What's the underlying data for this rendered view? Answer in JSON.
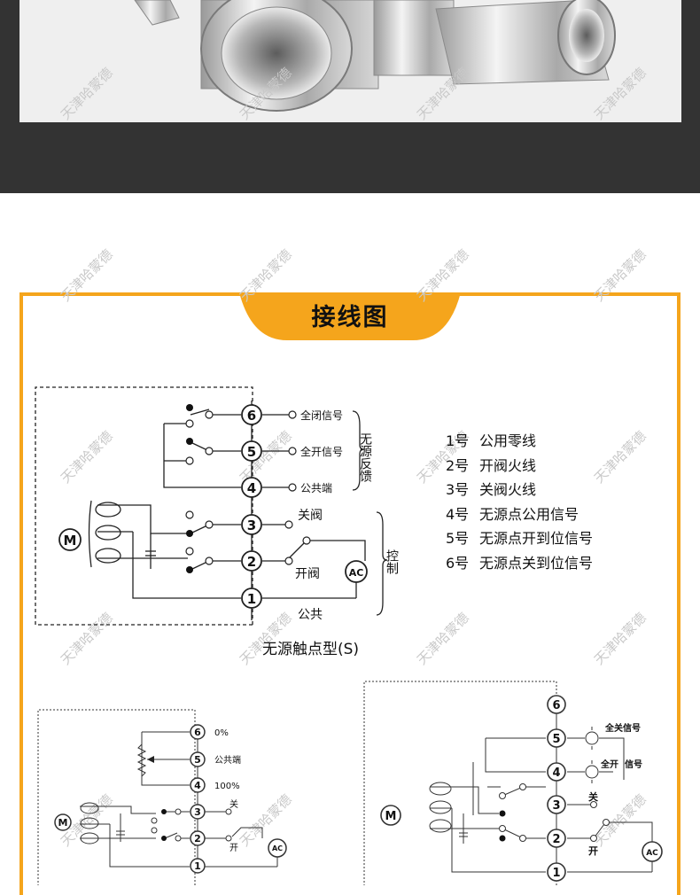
{
  "header": {
    "title": "接线图"
  },
  "watermark": "天津哈蒙德",
  "diagram_s": {
    "caption": "无源触点型(S)",
    "motor": "M",
    "ac": "AC",
    "terminals": [
      "6",
      "5",
      "4",
      "3",
      "2",
      "1"
    ],
    "labels": {
      "t6": "全闭信号",
      "t5": "全开信号",
      "t4": "公共端",
      "t3": "关阀",
      "t2": "开阀",
      "t1": "公共",
      "feedback_group": "无源反馈",
      "control_group": "控制"
    }
  },
  "legend": [
    {
      "num": "1号",
      "text": "公用零线"
    },
    {
      "num": "2号",
      "text": "开阀火线"
    },
    {
      "num": "3号",
      "text": "关阀火线"
    },
    {
      "num": "4号",
      "text": "无源点公用信号"
    },
    {
      "num": "5号",
      "text": "无源点开到位信号"
    },
    {
      "num": "6号",
      "text": "无源点关到位信号"
    }
  ],
  "diagram_a": {
    "motor": "M",
    "ac": "AC",
    "terminals": [
      "6",
      "5",
      "4",
      "3",
      "2",
      "1"
    ],
    "labels": {
      "t6": "0%",
      "t5": "公共端",
      "t4": "100%",
      "t3": "关",
      "t2": "开"
    }
  },
  "diagram_b": {
    "motor": "M",
    "ac": "AC",
    "terminals": [
      "6",
      "5",
      "4",
      "3",
      "2",
      "1"
    ],
    "labels": {
      "t5": "全关信号",
      "t4_a": "全开",
      "t4_b": "信号",
      "t3": "关",
      "t2": "开"
    }
  },
  "colors": {
    "accent": "#f5a51c",
    "dark_band": "#333333"
  }
}
